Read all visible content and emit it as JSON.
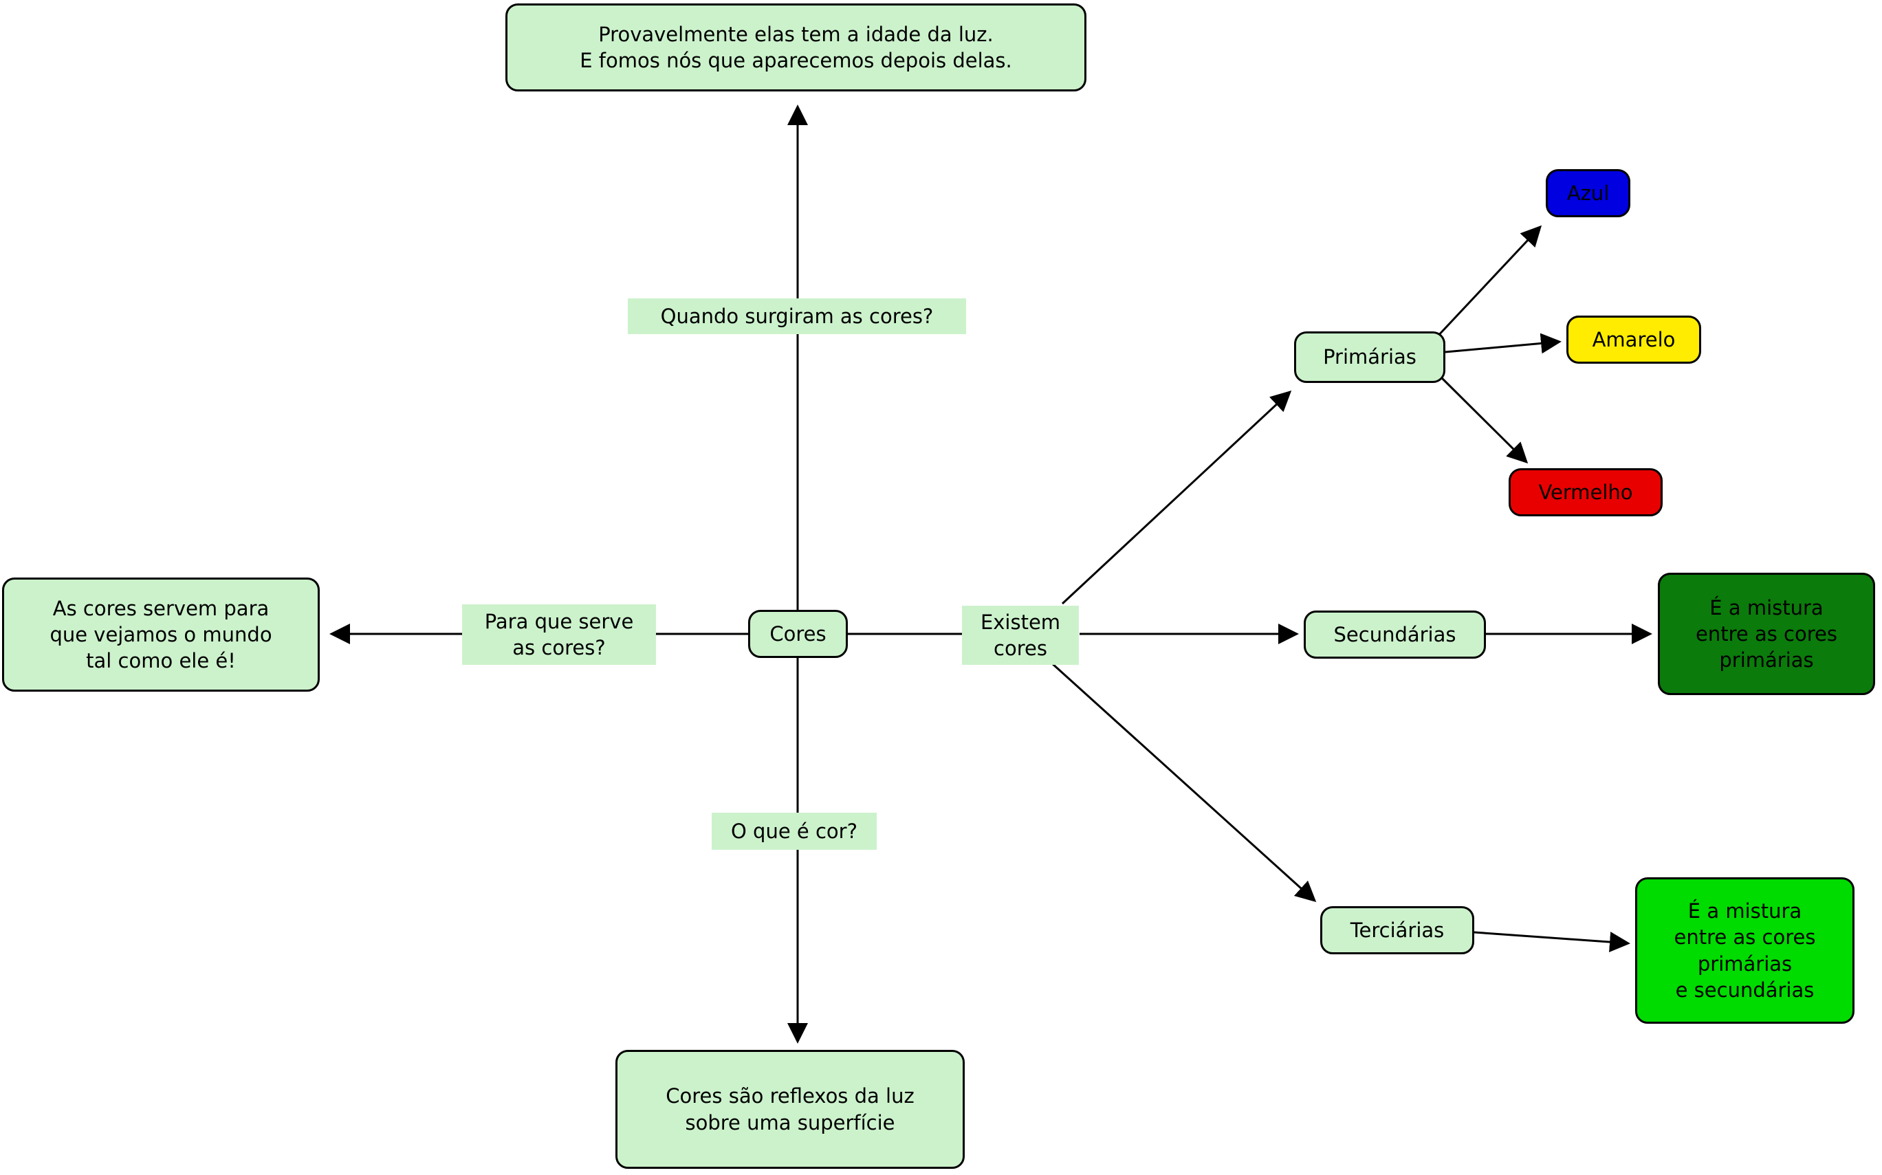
{
  "colors": {
    "concept_fill": "#ccf2cc",
    "border": "#000000",
    "line": "#000000",
    "azul_fill": "#0000e0",
    "amarelo_fill": "#ffec00",
    "vermelho_fill": "#e80000",
    "mistura_primarias_fill": "#0b7b0b",
    "mistura_prim_sec_fill": "#00db00"
  },
  "concepts": {
    "cores": "Cores",
    "idade_da_luz": "Provavelmente elas tem a idade da luz.\nE fomos nós que aparecemos depois delas.",
    "servem_para": "As cores servem para\nque vejamos o mundo\ntal como ele é!",
    "reflexos": "Cores são reflexos da luz\nsobre uma superfície",
    "primarias": "Primárias",
    "secundarias": "Secundárias",
    "terciarias": "Terciárias",
    "azul": "Azul",
    "amarelo": "Amarelo",
    "vermelho": "Vermelho",
    "mistura_primarias": "É a mistura\nentre as cores\nprimárias",
    "mistura_prim_sec": "É a mistura\nentre as cores\nprimárias\ne secundárias"
  },
  "linking_phrases": {
    "quando_surgiram": "Quando surgiram as cores?",
    "para_que_serve": "Para que serve\nas cores?",
    "o_que_e_cor": "O que é cor?",
    "existem_cores": "Existem\ncores"
  }
}
